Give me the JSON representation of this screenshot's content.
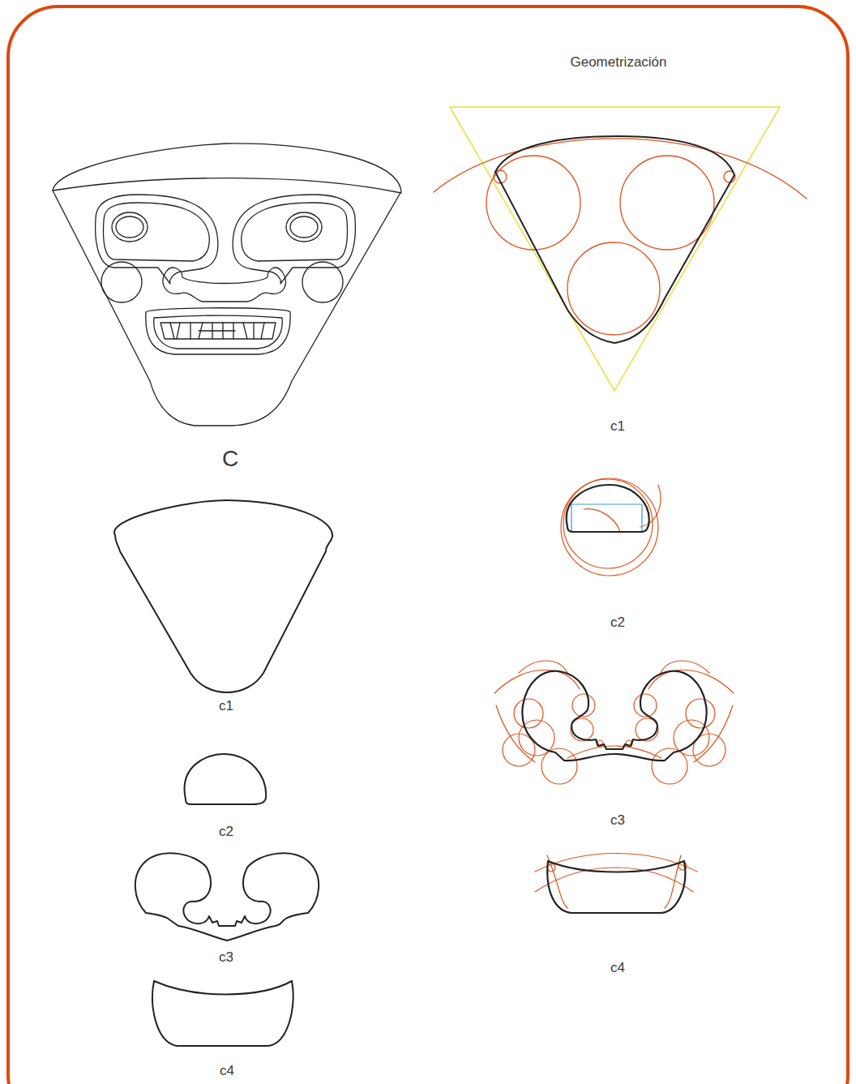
{
  "diagram": {
    "title": "Geometrización",
    "labels": [
      "C",
      "c1",
      "c2",
      "c3",
      "c4",
      "c1",
      "c2",
      "c3",
      "c4"
    ]
  }
}
